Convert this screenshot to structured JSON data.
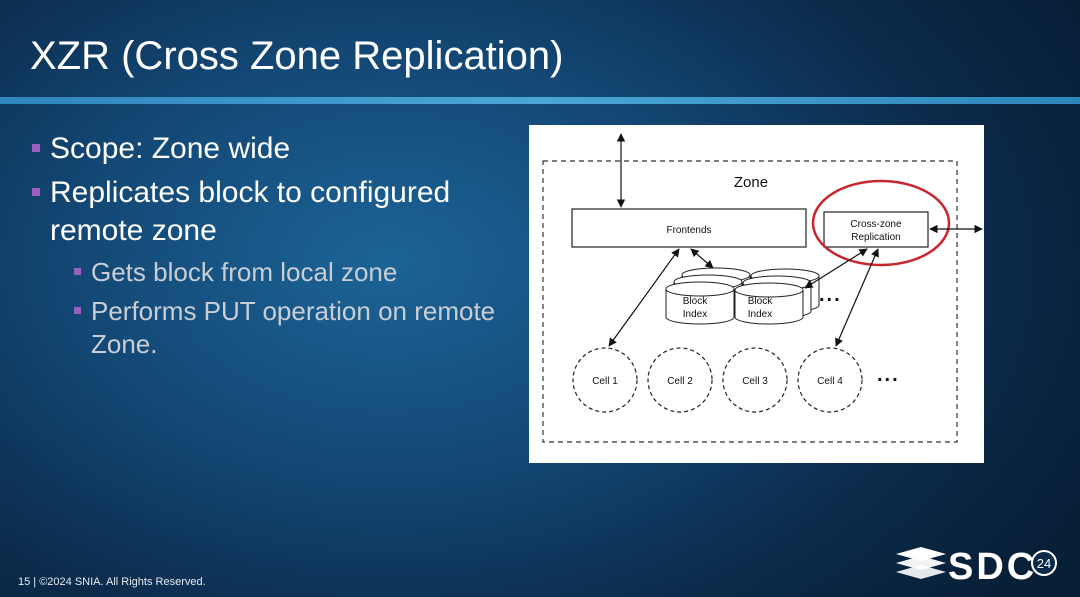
{
  "slide": {
    "title": "XZR (Cross Zone Replication)",
    "bullets": [
      {
        "text": "Scope: Zone wide"
      },
      {
        "text": "Replicates block to configured remote zone",
        "sub": [
          {
            "text": "Gets block from local zone"
          },
          {
            "text": "Performs PUT operation on remote Zone."
          }
        ]
      }
    ]
  },
  "diagram": {
    "zone_label": "Zone",
    "frontends_label": "Frontends",
    "xzr_label": [
      "Cross-zone",
      "Replication"
    ],
    "block_index_label": [
      "Block",
      "Index"
    ],
    "cells": [
      "Cell 1",
      "Cell 2",
      "Cell 3",
      "Cell 4"
    ],
    "ellipsis": "...",
    "highlight_color": "#c8252d"
  },
  "footer": {
    "text": "15 | ©2024 SNIA. All Rights Reserved."
  },
  "logo": {
    "text": "SDC",
    "badge": "24"
  }
}
